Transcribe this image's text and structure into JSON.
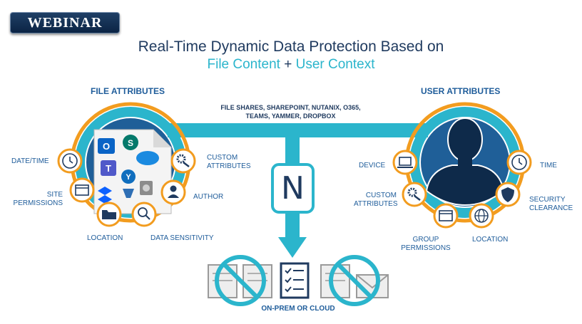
{
  "badge": "WEBINAR",
  "title": {
    "line1": "Real-Time Dynamic Data Protection Based on",
    "part_a": "File Content",
    "connector": " + ",
    "part_b": "User Context"
  },
  "file_attributes": {
    "heading": "FILE ATTRIBUTES",
    "date_time": "DATE/TIME",
    "site_permissions": [
      "SITE",
      "PERMISSIONS"
    ],
    "location": "LOCATION",
    "data_sensitivity": "DATA SENSITIVITY",
    "custom_attributes": [
      "CUSTOM",
      "ATTRIBUTES"
    ],
    "author": "AUTHOR"
  },
  "sources": [
    "FILE SHARES, SHAREPOINT, NUTANIX, O365,",
    "TEAMS, YAMMER, DROPBOX"
  ],
  "user_attributes": {
    "heading": "USER ATTRIBUTES",
    "device": "DEVICE",
    "custom_attributes": [
      "CUSTOM",
      "ATTRIBUTES"
    ],
    "group_permissions": [
      "GROUP",
      "PERMISSIONS"
    ],
    "location": "LOCATION",
    "time": "TIME",
    "security_clearance": [
      "SECURITY",
      "CLEARANCE"
    ]
  },
  "logo_letter": "N",
  "bottom_label": "ON-PREM OR CLOUD",
  "colors": {
    "teal": "#2bb5cc",
    "navy": "#1f3a5f",
    "orange": "#f29c1f",
    "blue_label": "#1e5c9a",
    "badge": "#0b2444"
  }
}
